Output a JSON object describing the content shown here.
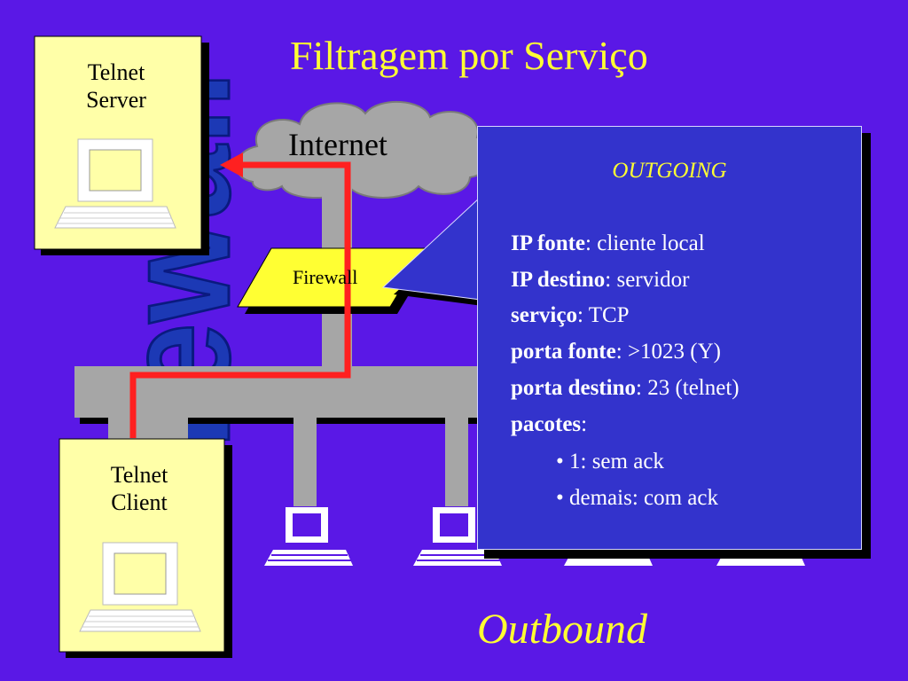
{
  "title": "Filtragem por Serviço",
  "footer_title": "Outbound",
  "cloud": {
    "label": "Internet"
  },
  "firewall": {
    "label": "Firewall"
  },
  "hosts": {
    "server": {
      "line1": "Telnet",
      "line2": "Server"
    },
    "client": {
      "line1": "Telnet",
      "line2": "Client"
    }
  },
  "background_watermark": "Firewall",
  "rule": {
    "heading": "OUTGOING",
    "fields": [
      {
        "label": "IP fonte",
        "sep": ": ",
        "value": "cliente local"
      },
      {
        "label": "IP destino",
        "sep": ": ",
        "value": "servidor"
      },
      {
        "label": "serviço",
        "sep": ": ",
        "value": "TCP"
      },
      {
        "label": "porta fonte",
        "sep": ": ",
        "value": ">1023 (Y)"
      },
      {
        "label": "porta destino",
        "sep": ": ",
        "value": "23 (telnet)"
      },
      {
        "label": "pacotes",
        "sep": ":",
        "value": ""
      }
    ],
    "bullets": [
      "• 1: sem ack",
      "• demais: com ack"
    ]
  },
  "colors": {
    "background": "#5a18e6",
    "title": "#ffff33",
    "host_box": "#ffffa8",
    "firewall": "#ffff33",
    "network": "#a6a6a6",
    "path": "#ff2020",
    "rule_box": "#3333cc"
  }
}
